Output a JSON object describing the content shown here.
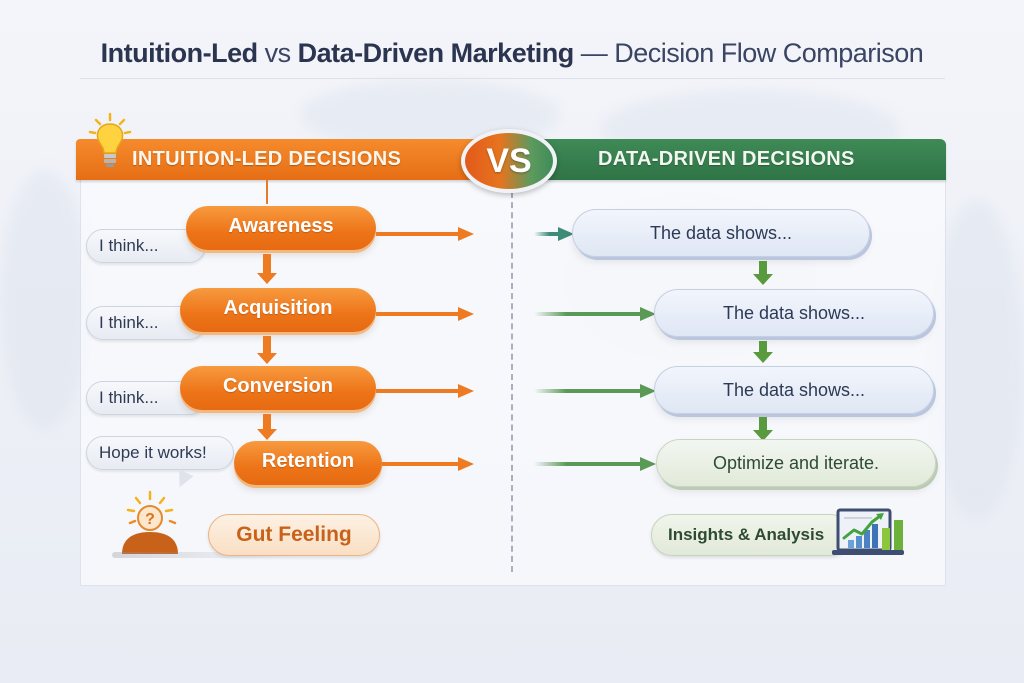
{
  "title": {
    "part1": "Intuition-Led",
    "vs": " vs ",
    "part2": "Data-Driven Marketing",
    "suffix": " — Decision Flow Comparison"
  },
  "left": {
    "header": "INTUITION-LED DECISIONS",
    "icon": "lightbulb-icon",
    "color": "#ee7418",
    "stages": [
      {
        "label": "Awareness",
        "thought": "I think..."
      },
      {
        "label": "Acquisition",
        "thought": "I think..."
      },
      {
        "label": "Conversion",
        "thought": "I think..."
      },
      {
        "label": "Retention",
        "thought": "Hope it works!"
      }
    ],
    "footer": {
      "label": "Gut Feeling",
      "icon": "confused-person-icon"
    }
  },
  "vs_badge": "VS",
  "right": {
    "header": "DATA-DRIVEN DECISIONS",
    "color": "#2f7446",
    "steps": [
      {
        "label": "The data shows..."
      },
      {
        "label": "The data shows..."
      },
      {
        "label": "The data shows..."
      },
      {
        "label": "Optimize and iterate."
      }
    ],
    "footer": {
      "label": "Insights & Analysis",
      "icon": "laptop-chart-icon"
    }
  }
}
